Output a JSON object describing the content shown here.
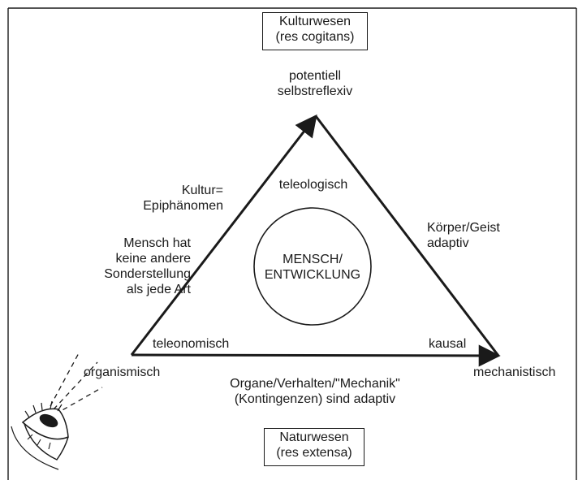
{
  "top": {
    "box": "Kulturwesen\n(res cogitans)",
    "caption": "potentiell\nselbstreflexiv"
  },
  "bottom": {
    "box": "Naturwesen\n(res extensa)",
    "caption": "Organe/Verhalten/\"Mechanik\"\n(Kontingenzen) sind adaptiv"
  },
  "left_side": {
    "kultur": "Kultur=\nEpiphänomen",
    "mensch": "Mensch hat\nkeine andere\nSonderstellung\nals jede Art"
  },
  "right_side": {
    "koerper": "Körper/Geist\nadaptiv"
  },
  "vertices": {
    "left": "organismisch",
    "right": "mechanistisch"
  },
  "inner": {
    "top": "teleologisch",
    "left": "teleonomisch",
    "right": "kausal"
  },
  "center": {
    "label": "MENSCH/\nENTWICKLUNG"
  },
  "icons": {
    "observer": "eye-icon"
  }
}
